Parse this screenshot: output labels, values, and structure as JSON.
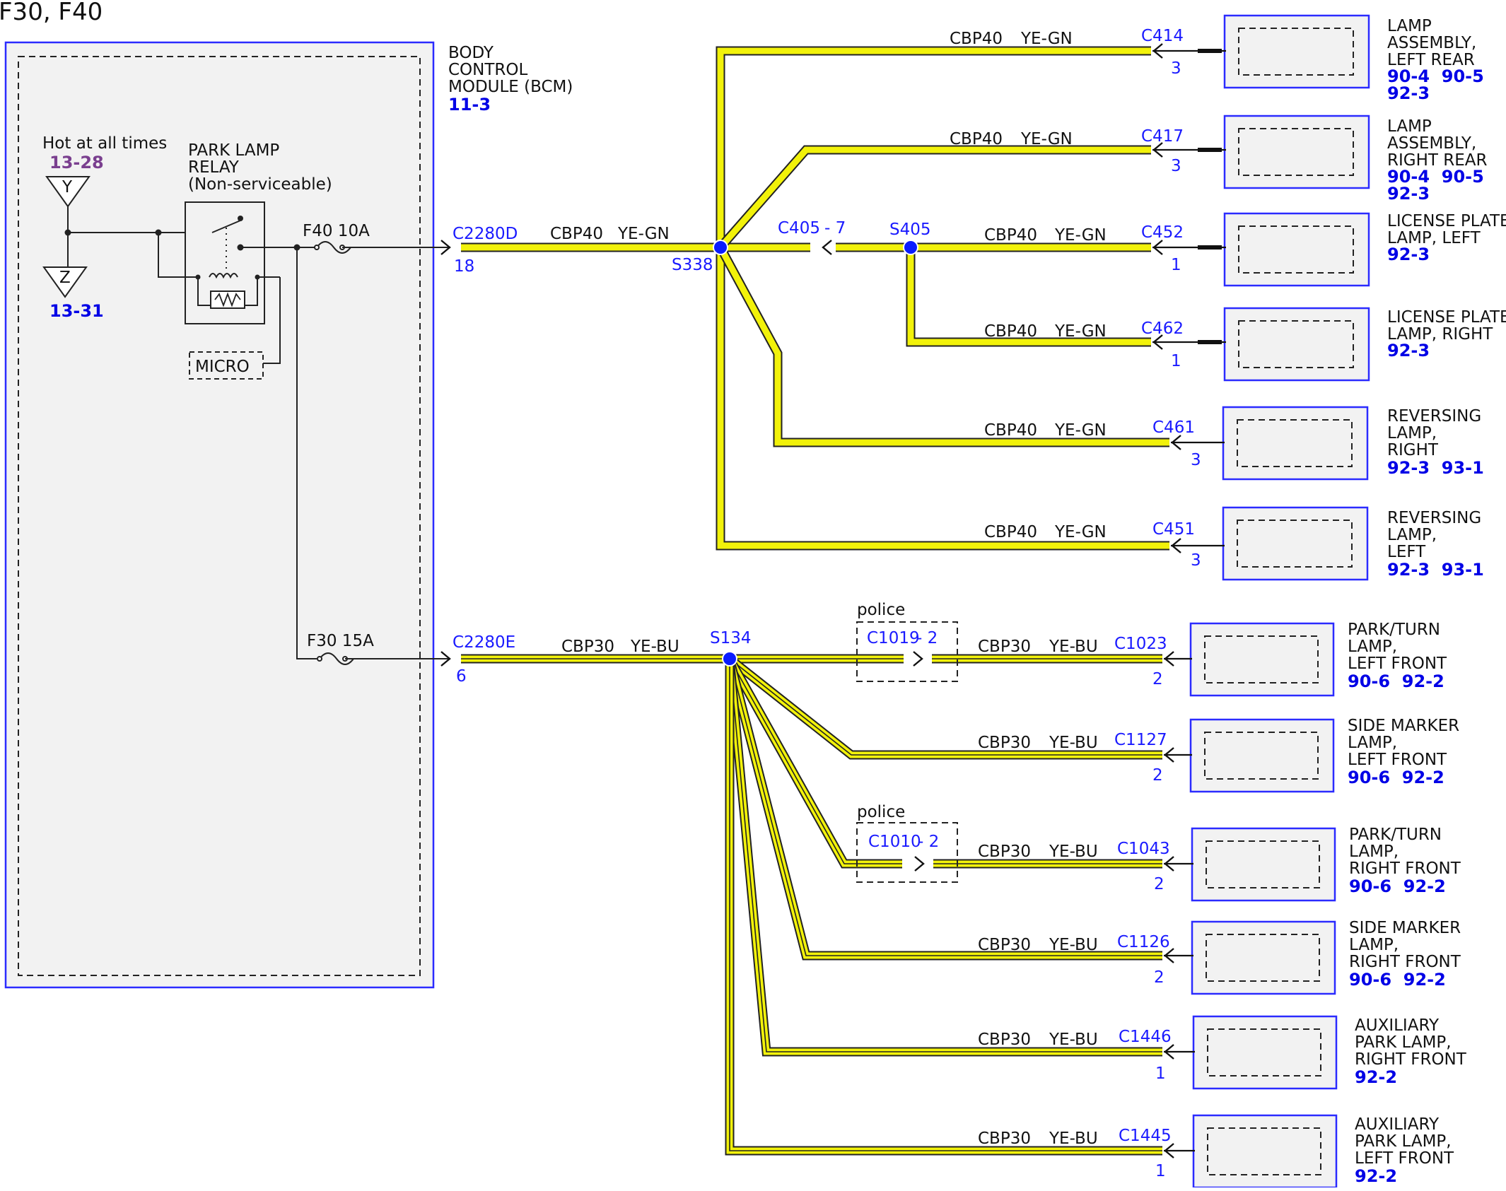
{
  "title": "F30, F40",
  "colors": {
    "wire_fill": "#f2f20a",
    "wire_edge": "#222222",
    "splice": "#0a1cff",
    "module_border": "#2b2bff",
    "module_fill": "#f2f2f2",
    "ref_blue": "#0000e6",
    "ref_purple": "#7a3f8f"
  },
  "bcm": {
    "label_lines": [
      "BODY",
      "CONTROL",
      "MODULE (BCM)"
    ],
    "ref": "11-3",
    "hot_label": "Hot at all times",
    "hot_ref": "13-28",
    "y_symbol": "Y",
    "z_symbol": "Z",
    "ground_ref": "13-31",
    "relay_label_lines": [
      "PARK LAMP",
      "RELAY",
      "(Non-serviceable)"
    ],
    "micro_label": "MICRO",
    "fuse_f40": "F40 10A",
    "fuse_f30": "F30 15A"
  },
  "outputs": [
    {
      "connector": "C2280D",
      "pin": "18",
      "circuit": "CBP40",
      "color": "YE-GN",
      "splice": "S338"
    },
    {
      "connector": "C2280E",
      "pin": "6",
      "circuit": "CBP30",
      "color": "YE-BU",
      "splice": "S134"
    }
  ],
  "inline": {
    "c405": "C405",
    "c405_pin": "- 7",
    "s405": "S405",
    "c405_circuit": "CBP40",
    "c405_color": "YE-GN"
  },
  "rear_loads": [
    {
      "circuit": "CBP40",
      "color": "YE-GN",
      "connector": "C414",
      "pin": "3",
      "name_lines": [
        "LAMP",
        "ASSEMBLY,",
        "LEFT REAR"
      ],
      "refs": [
        "90-4  90-5",
        "92-3"
      ]
    },
    {
      "circuit": "CBP40",
      "color": "YE-GN",
      "connector": "C417",
      "pin": "3",
      "name_lines": [
        "LAMP",
        "ASSEMBLY,",
        "RIGHT REAR"
      ],
      "refs": [
        "90-4  90-5",
        "92-3"
      ]
    },
    {
      "circuit": "CBP40",
      "color": "YE-GN",
      "connector": "C452",
      "pin": "1",
      "name_lines": [
        "LICENSE PLATE",
        "LAMP, LEFT"
      ],
      "refs": [
        "92-3"
      ]
    },
    {
      "circuit": "CBP40",
      "color": "YE-GN",
      "connector": "C462",
      "pin": "1",
      "name_lines": [
        "LICENSE PLATE",
        "LAMP, RIGHT"
      ],
      "refs": [
        "92-3"
      ]
    },
    {
      "circuit": "CBP40",
      "color": "YE-GN",
      "connector": "C461",
      "pin": "3",
      "name_lines": [
        "REVERSING",
        "LAMP,",
        "RIGHT"
      ],
      "refs": [
        "92-3  93-1"
      ]
    },
    {
      "circuit": "CBP40",
      "color": "YE-GN",
      "connector": "C451",
      "pin": "3",
      "name_lines": [
        "REVERSING",
        "LAMP,",
        "LEFT"
      ],
      "refs": [
        "92-3  93-1"
      ]
    }
  ],
  "front_loads": [
    {
      "circuit": "CBP30",
      "color": "YE-BU",
      "connector": "C1023",
      "pin": "2",
      "name_lines": [
        "PARK/TURN",
        "LAMP,",
        "LEFT FRONT"
      ],
      "refs": [
        "90-6  92-2"
      ],
      "police": {
        "label": "police",
        "connector": "C1019",
        "pin": "- 2"
      }
    },
    {
      "circuit": "CBP30",
      "color": "YE-BU",
      "connector": "C1127",
      "pin": "2",
      "name_lines": [
        "SIDE MARKER",
        "LAMP,",
        "LEFT FRONT"
      ],
      "refs": [
        "90-6  92-2"
      ]
    },
    {
      "circuit": "CBP30",
      "color": "YE-BU",
      "connector": "C1043",
      "pin": "2",
      "name_lines": [
        "PARK/TURN",
        "LAMP,",
        "RIGHT FRONT"
      ],
      "refs": [
        "90-6  92-2"
      ],
      "police": {
        "label": "police",
        "connector": "C1010",
        "pin": "- 2"
      }
    },
    {
      "circuit": "CBP30",
      "color": "YE-BU",
      "connector": "C1126",
      "pin": "2",
      "name_lines": [
        "SIDE MARKER",
        "LAMP,",
        "RIGHT FRONT"
      ],
      "refs": [
        "90-6  92-2"
      ]
    },
    {
      "circuit": "CBP30",
      "color": "YE-BU",
      "connector": "C1446",
      "pin": "1",
      "name_lines": [
        "AUXILIARY",
        "PARK LAMP,",
        "RIGHT FRONT"
      ],
      "refs": [
        "92-2"
      ]
    },
    {
      "circuit": "CBP30",
      "color": "YE-BU",
      "connector": "C1445",
      "pin": "1",
      "name_lines": [
        "AUXILIARY",
        "PARK LAMP,",
        "LEFT FRONT"
      ],
      "refs": [
        "92-2"
      ]
    }
  ]
}
